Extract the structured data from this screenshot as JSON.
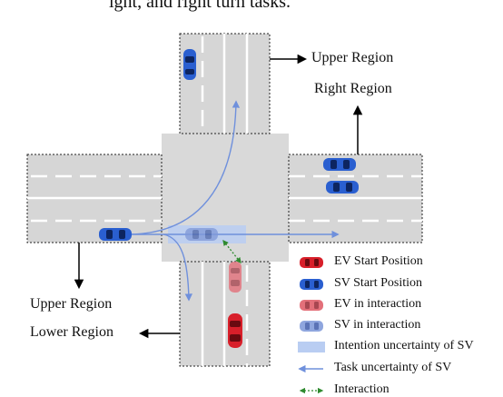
{
  "caption_fragment": "ight, and right turn tasks.",
  "labels": {
    "upper_region_top": "Upper Region",
    "right_region": "Right Region",
    "upper_region_left": "Upper Region",
    "lower_region": "Lower Region"
  },
  "legend": [
    {
      "icon": "ev-start-car-icon",
      "label": "EV Start Position"
    },
    {
      "icon": "sv-start-car-icon",
      "label": "SV Start Position"
    },
    {
      "icon": "ev-interaction-car-icon",
      "label": "EV in interaction"
    },
    {
      "icon": "sv-interaction-car-icon",
      "label": "SV in interaction"
    },
    {
      "icon": "intention-uncertainty-box-icon",
      "label": "Intention uncertainty of SV"
    },
    {
      "icon": "task-uncertainty-arrow-icon",
      "label": "Task uncertainty of SV"
    },
    {
      "icon": "interaction-dotted-arrow-icon",
      "label": "Interaction"
    }
  ],
  "colors": {
    "road": "#d7d7d7",
    "lane_marking": "#ffffff",
    "ev_red": "#d81f2a",
    "ev_faded": "#e3707a",
    "sv_blue": "#2a5fd0",
    "sv_faded": "#8fa6de",
    "uncertainty_box": "#b9cdf2",
    "task_arrow": "#7a9be0",
    "interaction_arrow": "#2f8a2f"
  }
}
